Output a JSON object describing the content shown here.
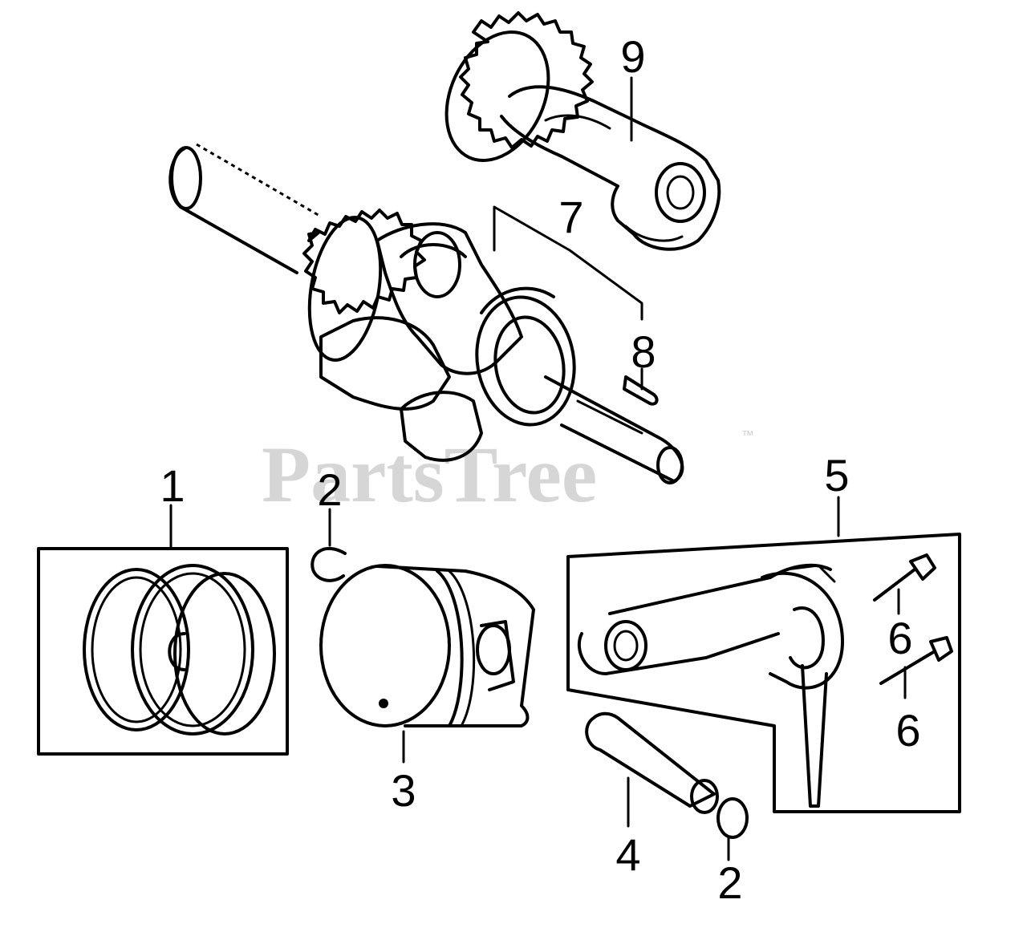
{
  "watermark": {
    "text": "PartsTree",
    "mark": "™"
  },
  "callouts": [
    {
      "id": "1",
      "label": "1"
    },
    {
      "id": "2a",
      "label": "2"
    },
    {
      "id": "2b",
      "label": "2"
    },
    {
      "id": "3",
      "label": "3"
    },
    {
      "id": "4",
      "label": "4"
    },
    {
      "id": "5",
      "label": "5"
    },
    {
      "id": "6a",
      "label": "6"
    },
    {
      "id": "6b",
      "label": "6"
    },
    {
      "id": "7",
      "label": "7"
    },
    {
      "id": "8",
      "label": "8"
    },
    {
      "id": "9",
      "label": "9"
    }
  ]
}
